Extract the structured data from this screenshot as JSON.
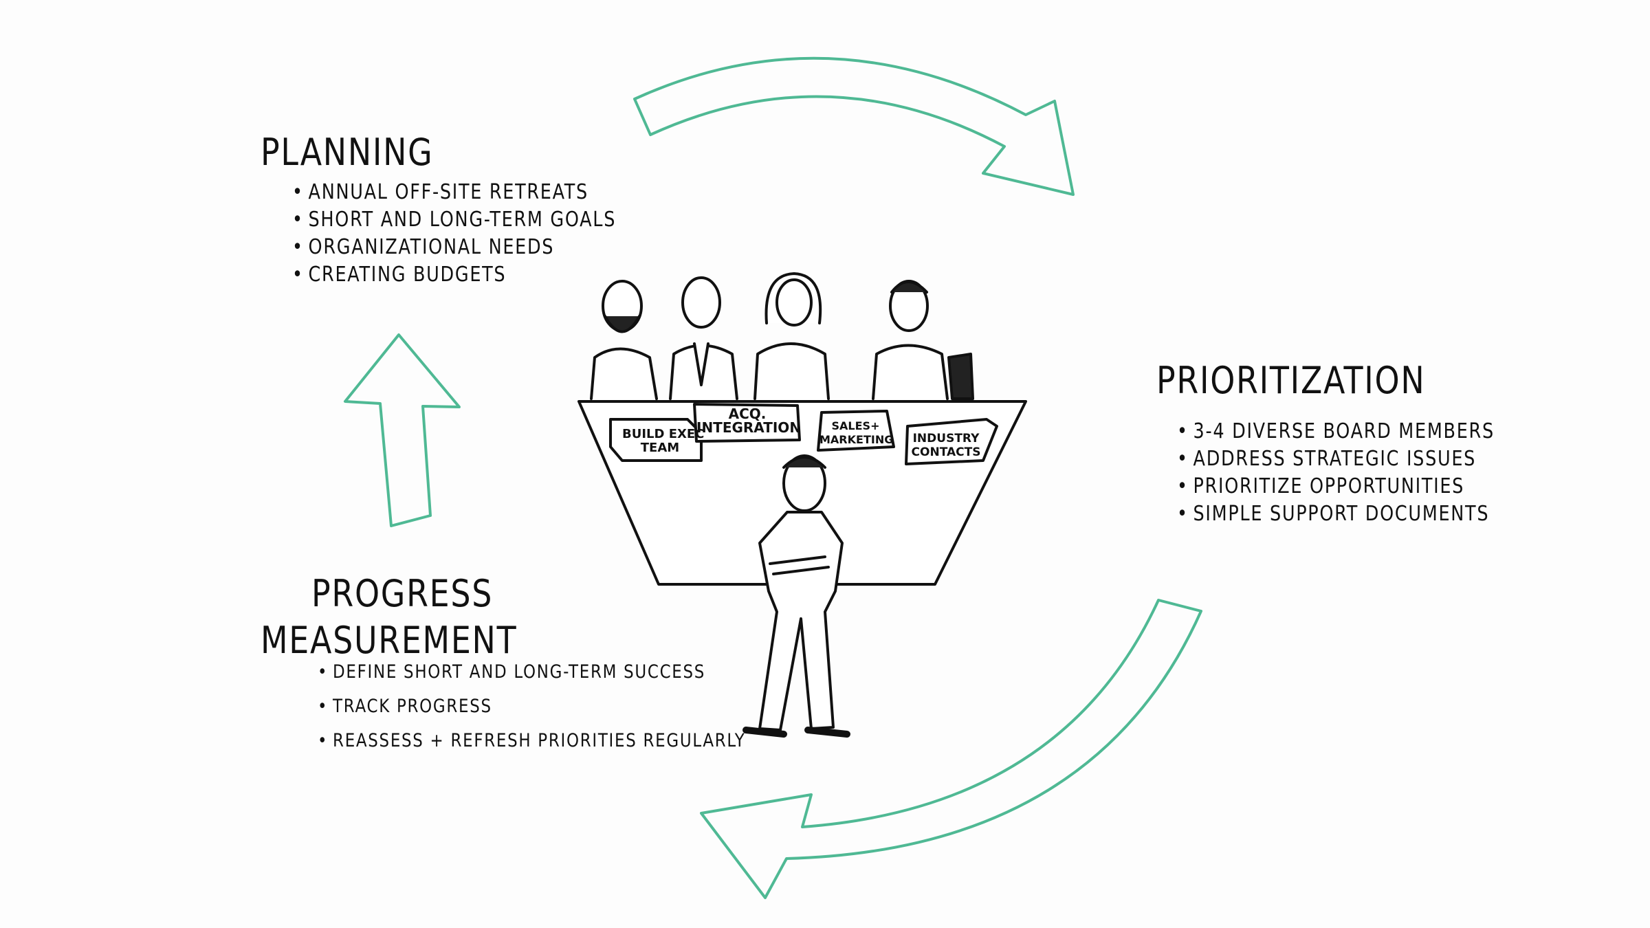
{
  "colors": {
    "arrow": "#4fb994",
    "ink": "#111111"
  },
  "planning": {
    "title": "Planning",
    "items": [
      "Annual off-site retreats",
      "Short and long-term goals",
      "Organizational needs",
      "Creating budgets"
    ]
  },
  "prioritization": {
    "title": "Prioritization",
    "items": [
      "3-4 diverse board members",
      "Address strategic issues",
      "Prioritize opportunities",
      "Simple support documents"
    ]
  },
  "progress": {
    "title_line1": "Progress",
    "title_line2": "Measurement",
    "items": [
      "Define short and long-term success",
      "Track progress",
      "Reassess + refresh priorities regularly"
    ]
  },
  "table_boxes": [
    {
      "line1": "Build Exec",
      "line2": "Team"
    },
    {
      "line1": "Acq.",
      "line2": "Integration"
    },
    {
      "line1": "Sales+",
      "line2": "Marketing"
    },
    {
      "line1": "Industry",
      "line2": "Contacts"
    }
  ]
}
